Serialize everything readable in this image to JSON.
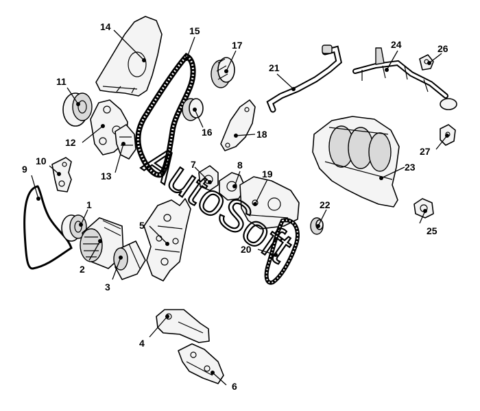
{
  "watermark": "AutoSoft",
  "callouts": [
    {
      "id": "callout-1",
      "text": "1"
    },
    {
      "id": "callout-2",
      "text": "2"
    },
    {
      "id": "callout-3",
      "text": "3"
    },
    {
      "id": "callout-4",
      "text": "4"
    },
    {
      "id": "callout-5",
      "text": "5"
    },
    {
      "id": "callout-6",
      "text": "6"
    },
    {
      "id": "callout-7",
      "text": "7"
    },
    {
      "id": "callout-8",
      "text": "8"
    },
    {
      "id": "callout-9",
      "text": "9"
    },
    {
      "id": "callout-10",
      "text": "10"
    },
    {
      "id": "callout-11",
      "text": "11"
    },
    {
      "id": "callout-12",
      "text": "12"
    },
    {
      "id": "callout-13",
      "text": "13"
    },
    {
      "id": "callout-14",
      "text": "14"
    },
    {
      "id": "callout-15",
      "text": "15"
    },
    {
      "id": "callout-16",
      "text": "16"
    },
    {
      "id": "callout-17",
      "text": "17"
    },
    {
      "id": "callout-18",
      "text": "18"
    },
    {
      "id": "callout-19",
      "text": "19"
    },
    {
      "id": "callout-20",
      "text": "20"
    },
    {
      "id": "callout-21",
      "text": "21"
    },
    {
      "id": "callout-22",
      "text": "22"
    },
    {
      "id": "callout-23",
      "text": "23"
    },
    {
      "id": "callout-24",
      "text": "24"
    },
    {
      "id": "callout-25",
      "text": "25"
    },
    {
      "id": "callout-26",
      "text": "26"
    },
    {
      "id": "callout-27",
      "text": "27"
    }
  ]
}
